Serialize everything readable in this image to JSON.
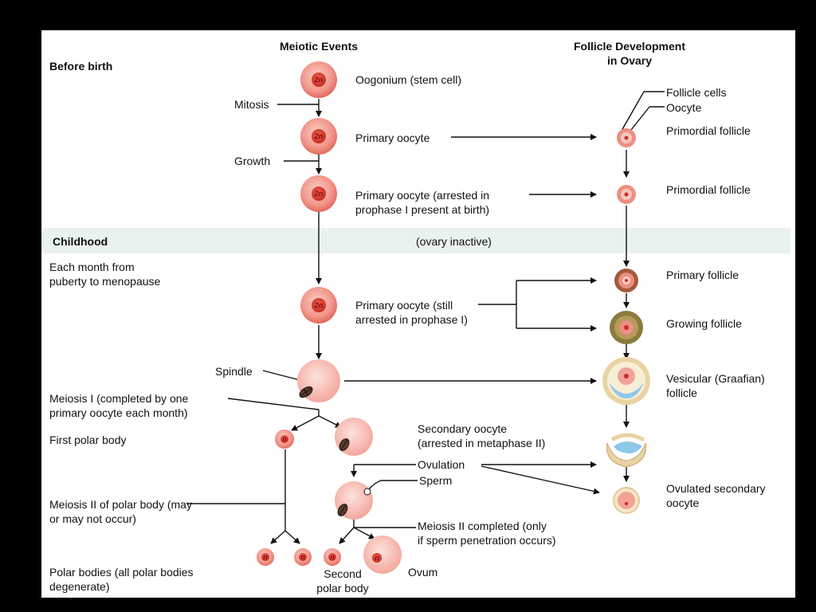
{
  "headers": {
    "meiotic": "Meiotic Events",
    "follicle": "Follicle Development\nin Ovary"
  },
  "stages": {
    "before_birth": "Before birth",
    "childhood": "Childhood",
    "ovary_inactive": "(ovary inactive)",
    "each_month": "Each month from\npuberty to menopause"
  },
  "labels": {
    "oogonium": "Oogonium (stem cell)",
    "mitosis": "Mitosis",
    "primary_oocyte": "Primary oocyte",
    "growth": "Growth",
    "primary_arrested_birth": "Primary oocyte (arrested in\nprophase I present at birth)",
    "primary_still_arrested": "Primary oocyte (still\narrested in prophase I)",
    "spindle": "Spindle",
    "meiosis_one": "Meiosis I (completed by one\nprimary oocyte each month)",
    "first_polar_body": "First polar body",
    "secondary_oocyte": "Secondary oocyte\n(arrested in metaphase II)",
    "ovulation": "Ovulation",
    "sperm": "Sperm",
    "meiosis_two_polar": "Meiosis II of polar body (may\nor may not occur)",
    "meiosis_two_completed": "Meiosis II completed (only\nif sperm penetration occurs)",
    "polar_bodies": "Polar bodies (all polar bodies\ndegenerate)",
    "second_polar_body": "Second\npolar body",
    "ovum": "Ovum"
  },
  "follicle_labels": {
    "follicle_cells": "Follicle cells",
    "oocyte": "Oocyte",
    "primordial_1": "Primordial follicle",
    "primordial_2": "Primordial follicle",
    "primary": "Primary follicle",
    "growing": "Growing follicle",
    "vesicular": "Vesicular (Graafian)\nfollicle",
    "ovulated": "Ovulated secondary\noocyte"
  },
  "ploidy": {
    "diploid": "2n",
    "haploid": "n"
  }
}
